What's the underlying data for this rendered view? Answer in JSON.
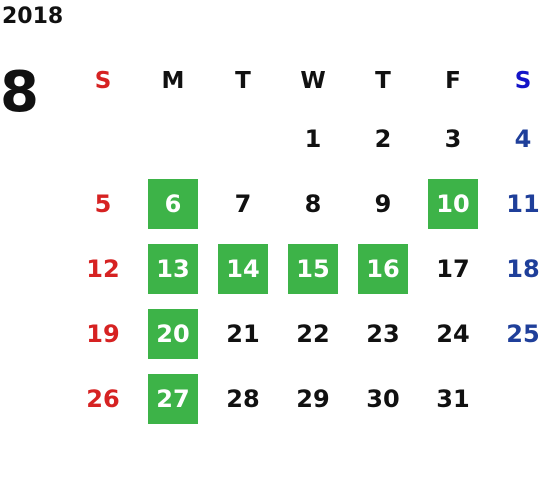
{
  "calendar": {
    "year": "2018",
    "month": "8",
    "weekdays": [
      "S",
      "M",
      "T",
      "W",
      "T",
      "F",
      "S"
    ],
    "weeks": [
      [
        null,
        null,
        null,
        {
          "d": "1"
        },
        {
          "d": "2"
        },
        {
          "d": "3"
        },
        {
          "d": "4"
        }
      ],
      [
        {
          "d": "5"
        },
        {
          "d": "6",
          "hl": true
        },
        {
          "d": "7"
        },
        {
          "d": "8"
        },
        {
          "d": "9"
        },
        {
          "d": "10",
          "hl": true
        },
        {
          "d": "11"
        }
      ],
      [
        {
          "d": "12"
        },
        {
          "d": "13",
          "hl": true
        },
        {
          "d": "14",
          "hl": true
        },
        {
          "d": "15",
          "hl": true
        },
        {
          "d": "16",
          "hl": true
        },
        {
          "d": "17"
        },
        {
          "d": "18"
        }
      ],
      [
        {
          "d": "19"
        },
        {
          "d": "20",
          "hl": true
        },
        {
          "d": "21"
        },
        {
          "d": "22"
        },
        {
          "d": "23"
        },
        {
          "d": "24"
        },
        {
          "d": "25"
        }
      ],
      [
        {
          "d": "26"
        },
        {
          "d": "27",
          "hl": true
        },
        {
          "d": "28"
        },
        {
          "d": "29"
        },
        {
          "d": "30"
        },
        {
          "d": "31"
        },
        null
      ]
    ]
  },
  "colors": {
    "sunday": "#d62222",
    "saturday": "#1f3f9a",
    "saturday_header": "#1414c8",
    "highlight": "#3db348",
    "text": "#111111"
  }
}
